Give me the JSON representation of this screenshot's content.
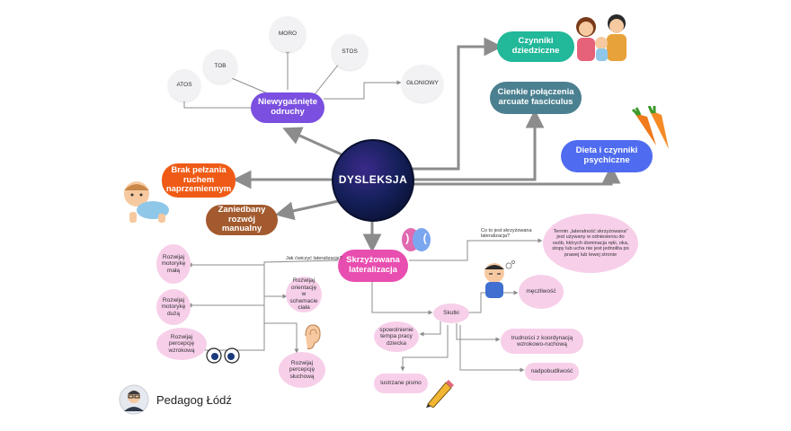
{
  "central": {
    "label": "DYSLEKSJA"
  },
  "reflexes": {
    "hub": "Niewygaśnięte odruchy",
    "items": [
      "ATOS",
      "TOB",
      "MORO",
      "STOS",
      "GŁONIOWY"
    ]
  },
  "right_branches": {
    "heredity": "Czynniki dziedziczne",
    "arcuate": "Cienkie połączenia arcuate fasciculus",
    "diet": "Dieta i czynniki psychiczne"
  },
  "left_branches": {
    "crawling": "Brak pełzania ruchem naprzemiennym",
    "manual": "Zaniedbany rozwój manualny"
  },
  "laterality": {
    "hub": "Skrzyżowana lateralizacja",
    "question_exercise": "Jak ćwiczyć lateralizację?",
    "question_what": "Co to jest skrzyżowana lateralizacja?",
    "definition": "Termin „lateralność skrzyżowana” jest używany w odniesieniu do osób, których dominacja ręki, oka, stopy lub ucha nie jest jednolita po prawej lub lewej stronie",
    "exercises": [
      "Rozwijaj motorykę małą",
      "Rozwijaj motorykę dużą",
      "Rozwijaj percepcję wzrokową",
      "Rozwijaj orientację w schemacie ciała",
      "Rozwijaj percepcję słuchową"
    ]
  },
  "effects": {
    "hub": "Skutki",
    "items": [
      "męczliwość",
      "spowolnienie tempa pracy dziecka",
      "trudności z koordynacją wzrokowo-ruchową",
      "nadpobudliwość",
      "lustrzane pismo"
    ]
  },
  "brand": {
    "name": "Pedagog Łódź"
  },
  "colors": {
    "central": "#141d4e",
    "purple": "#7b4fe0",
    "teal": "#22b89a",
    "slate": "#4b8090",
    "blue": "#4f6cf0",
    "orange": "#ef5b16",
    "brown": "#a25a2e",
    "magenta": "#e84eb0",
    "pink": "#f7cfe9",
    "line": "#8c8c8c"
  },
  "icons": [
    "family-icon",
    "carrots-icon",
    "baby-icon",
    "brain-icon",
    "tired-child-icon",
    "ear-icon",
    "eyes-icon",
    "pencil-icon",
    "avatar-icon"
  ]
}
